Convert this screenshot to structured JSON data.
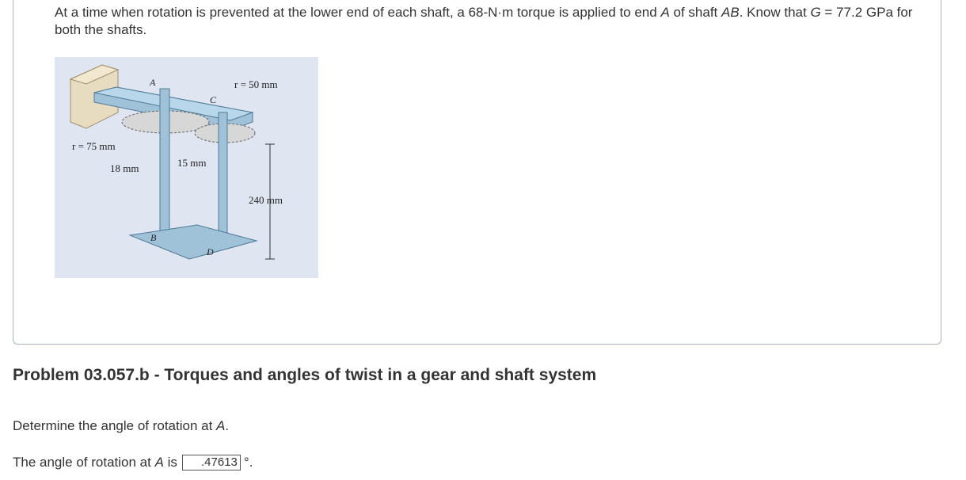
{
  "statement": {
    "part1": "At a time when rotation is prevented at the lower end of each shaft, a 68-N·m torque is applied to end ",
    "point_a": "A",
    "part2": " of shaft ",
    "shaft_ab": "AB",
    "part3": ". Know that ",
    "g_symbol": "G",
    "part4": " = 77.2 GPa for both the shafts."
  },
  "figure": {
    "label_A": "A",
    "label_C": "C",
    "label_B": "B",
    "label_D": "D",
    "r_small": "r = 50 mm",
    "r_large": "r = 75 mm",
    "d_18": "18 mm",
    "d_15": "15 mm",
    "length": "240 mm"
  },
  "problem": {
    "title": "Problem 03.057.b - Torques and angles of twist in a gear and shaft system",
    "question_text": "Determine the angle of rotation at ",
    "question_point": "A",
    "question_end": ".",
    "answer_prefix": "The angle of rotation at ",
    "answer_point": "A",
    "answer_is": " is",
    "answer_value": ".47613",
    "answer_unit": "°."
  }
}
